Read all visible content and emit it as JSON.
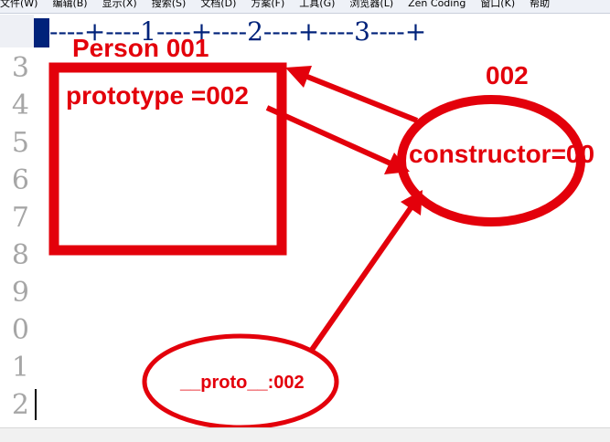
{
  "menubar": {
    "items": [
      "文件(W)",
      "编辑(B)",
      "显示(X)",
      "搜索(S)",
      "文档(D)",
      "方案(F)",
      "工具(G)",
      "浏览器(L)",
      "Zen Coding",
      "窗口(K)",
      "帮助"
    ]
  },
  "ruler": {
    "text": "----+----1----+----2----+----3----+"
  },
  "gutter": {
    "line_numbers": [
      "3",
      "4",
      "5",
      "6",
      "7",
      "8",
      "9",
      "0",
      "1",
      "2"
    ]
  },
  "diagram": {
    "person_title": "Person 001",
    "prototype_label": "prototype =002",
    "object_id": "002",
    "constructor_label": "constructor=00",
    "proto_label": "__proto__:002"
  },
  "colors": {
    "annotation_red": "#e3000b",
    "ruler_blue": "#00227a",
    "line_number_gray": "#a6a6a6"
  }
}
